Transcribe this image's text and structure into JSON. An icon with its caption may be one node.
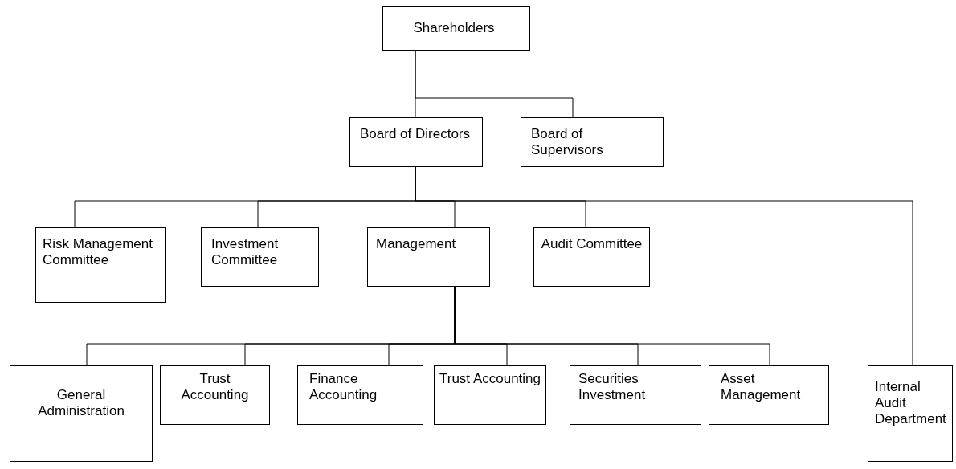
{
  "diagram": {
    "nodes": [
      {
        "text": [
          "Shareholders"
        ]
      },
      {
        "text": [
          "Board of Directors"
        ]
      },
      {
        "text": [
          "Board of Supervisors"
        ]
      },
      {
        "text": [
          "Risk Management Committee"
        ]
      },
      {
        "text": [
          "Investment Committee"
        ]
      },
      {
        "text": [
          "Management"
        ]
      },
      {
        "text": [
          "Audit Committee"
        ]
      },
      {
        "text": [
          "General Administration"
        ]
      },
      {
        "text": [
          "Trust Accounting"
        ]
      },
      {
        "text": [
          "Finance Accounting"
        ]
      },
      {
        "text": [
          "Trust Accounting"
        ]
      },
      {
        "text": [
          "Securities Investment"
        ]
      },
      {
        "text": [
          "Asset Management"
        ]
      },
      {
        "text": [
          "Internal Audit Department"
        ]
      }
    ],
    "edges": [
      {
        "from": 0,
        "to": 1,
        "arrow": "none"
      },
      {
        "from": 0,
        "to": 2,
        "arrow": "none"
      },
      {
        "from": 1,
        "to": 3,
        "arrow": "none"
      },
      {
        "from": 1,
        "to": 4,
        "arrow": "none"
      },
      {
        "from": 1,
        "to": 5,
        "arrow": "none"
      },
      {
        "from": 1,
        "to": 6,
        "arrow": "none"
      },
      {
        "from": 1,
        "to": 13,
        "arrow": "none"
      },
      {
        "from": 5,
        "to": 7,
        "arrow": "none"
      },
      {
        "from": 5,
        "to": 8,
        "arrow": "none"
      },
      {
        "from": 5,
        "to": 9,
        "arrow": "none"
      },
      {
        "from": 5,
        "to": 10,
        "arrow": "none"
      },
      {
        "from": 5,
        "to": 11,
        "arrow": "none"
      },
      {
        "from": 5,
        "to": 12,
        "arrow": "none"
      }
    ]
  }
}
